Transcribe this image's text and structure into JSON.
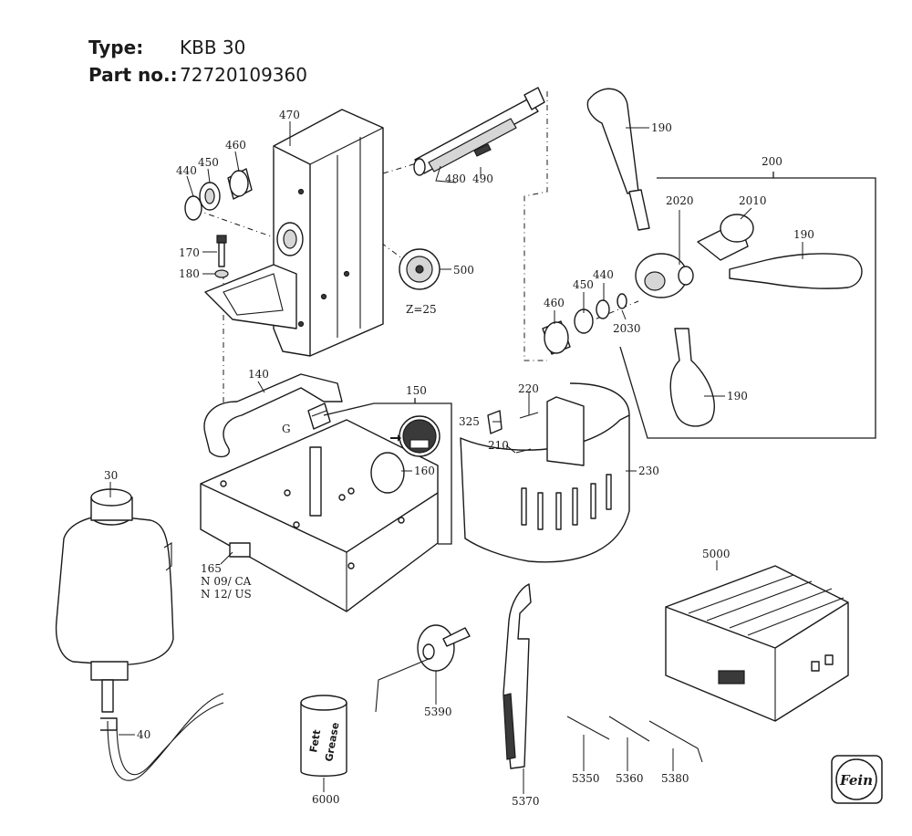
{
  "header": {
    "type_label": "Type:",
    "type_value": "KBB 30",
    "part_label": "Part no.:",
    "part_value": "72720109360"
  },
  "callouts": {
    "c470": "470",
    "c460a": "460",
    "c450a": "450",
    "c440a": "440",
    "c170": "170",
    "c180": "180",
    "c480": "480",
    "c490": "490",
    "c500": "500",
    "z25": "Z=25",
    "c190a": "190",
    "c190b": "190",
    "c190c": "190",
    "c200": "200",
    "c2020": "2020",
    "c2010": "2010",
    "c460b": "460",
    "c450b": "450",
    "c440b": "440",
    "c2030": "2030",
    "c140": "140",
    "c150": "150",
    "c_g": "G",
    "c160": "160",
    "c165": "165",
    "n09": "N 09/ CA",
    "n12": "N 12/ US",
    "c220": "220",
    "c325": "325",
    "c210": "210",
    "c230": "230",
    "c30": "30",
    "c40": "40",
    "c5000": "5000",
    "c5390": "5390",
    "c5370": "5370",
    "c5350": "5350",
    "c5360": "5360",
    "c5380": "5380",
    "c6000": "6000"
  },
  "can_label": {
    "line1": "Fett",
    "line2": "Grease"
  },
  "brand": {
    "logo_text": "Fein"
  }
}
